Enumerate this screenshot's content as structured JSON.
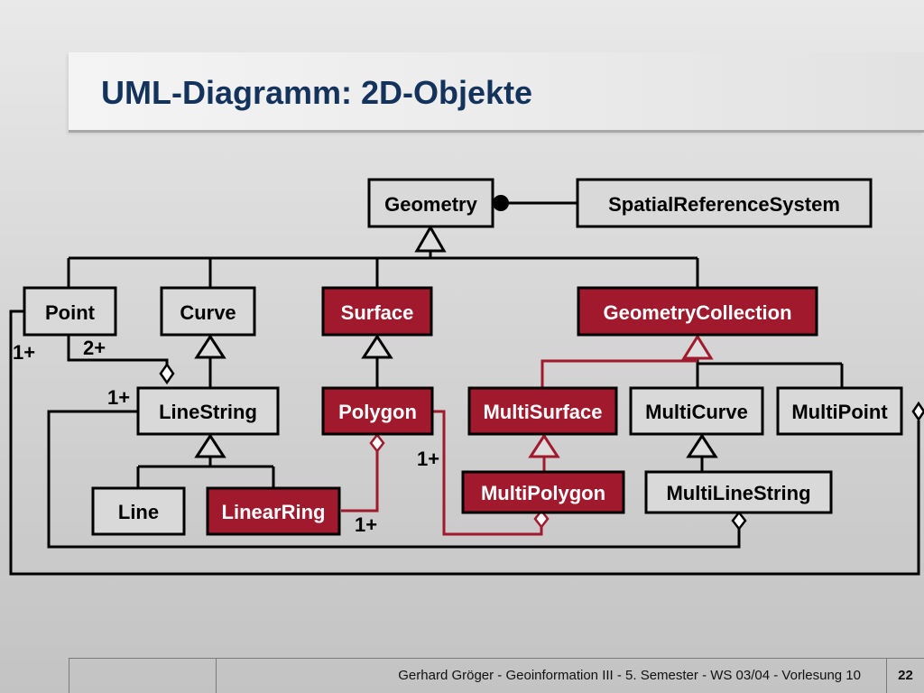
{
  "slide": {
    "title": "UML-Diagramm: 2D-Objekte"
  },
  "diagram": {
    "classes": {
      "geometry": "Geometry",
      "spatial_reference_system": "SpatialReferenceSystem",
      "point": "Point",
      "curve": "Curve",
      "surface": "Surface",
      "geometry_collection": "GeometryCollection",
      "line_string": "LineString",
      "polygon": "Polygon",
      "multi_surface": "MultiSurface",
      "multi_curve": "MultiCurve",
      "multi_point": "MultiPoint",
      "line": "Line",
      "linear_ring": "LinearRing",
      "multi_polygon": "MultiPolygon",
      "multi_line_string": "MultiLineString"
    },
    "multiplicities": {
      "point_multipoint": "1+",
      "point_linestring": "2+",
      "linestring_multilinestring": "1+",
      "polygon_multipolygon": "1+",
      "linearring_polygon": "1+"
    },
    "colors": {
      "highlight_fill": "#a0192c",
      "highlight_line": "#a0192c",
      "normal_fill": "#d9d9d9",
      "stroke": "#000000"
    }
  },
  "footer": {
    "credit": "Gerhard Gröger  -  Geoinformation III  -  5. Semester  -  WS 03/04  -  Vorlesung 10",
    "page_number": "22"
  }
}
